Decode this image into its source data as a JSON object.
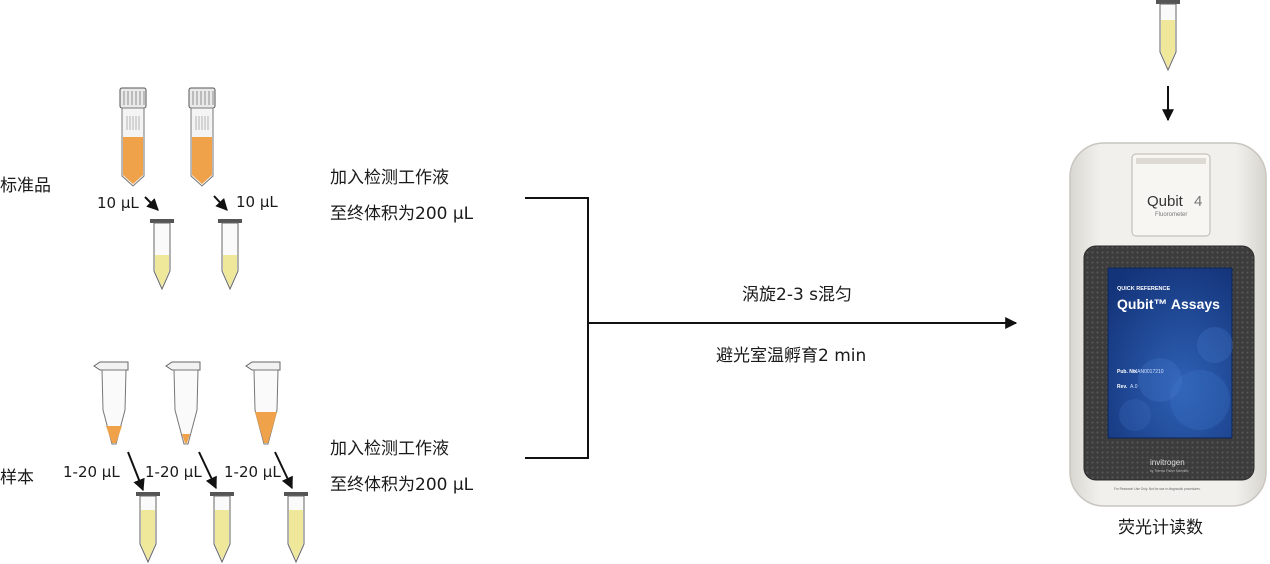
{
  "labels": {
    "standards": "标准品",
    "samples": "样本",
    "reading": "荧光计读数"
  },
  "volumes": {
    "std_transfer": "10 µL",
    "sample_transfer": "1-20 µL"
  },
  "steps": {
    "add_line1": "加入检测工作液",
    "add_line2": "至终体积为200 µL",
    "mix": "涡旋2-3 s混匀",
    "incubate": "避光室温孵育2 min"
  },
  "device": {
    "brand": "Qubit",
    "model": "4",
    "subtitle": "Fluorometer",
    "card_kicker": "QUICK REFERENCE",
    "card_title": "Qubit™ Assays",
    "pub_label": "Pub. No.",
    "pub_no": "MAN0017210",
    "rev_label": "Rev.",
    "rev": "A.0",
    "maker": "invitrogen",
    "maker_sub": "by Thermo Fisher Scientific",
    "footer": "For Research Use Only. Not for use in diagnostic procedures."
  },
  "colors": {
    "standard_liquid": "#f0a24a",
    "working_solution": "#efe79a",
    "panel_blue": "#1c3f8f",
    "device_body": "#ecebe6",
    "keypad": "#3a3a3a"
  }
}
